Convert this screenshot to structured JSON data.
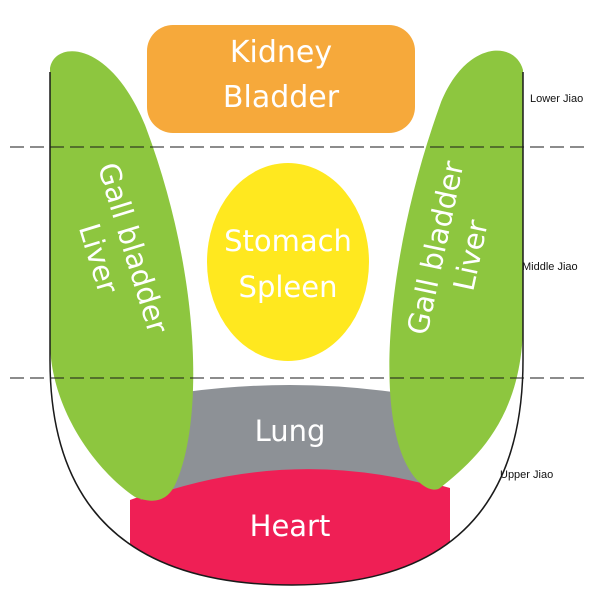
{
  "colors": {
    "orange": "#f6a93b",
    "green": "#8dc63f",
    "yellow": "#ffe81f",
    "gray": "#8d9196",
    "red": "#ef1f55",
    "outline": "#1a1a1a"
  },
  "organs": {
    "kidney_bladder": [
      "Kidney",
      "Bladder"
    ],
    "stomach_spleen": [
      "Stomach",
      "Spleen"
    ],
    "left_side": [
      "Gall bladder",
      "Liver"
    ],
    "right_side": [
      "Gall bladder",
      "Liver"
    ],
    "lung": "Lung",
    "heart": "Heart"
  },
  "zones": {
    "lower": "Lower Jiao",
    "middle": "Middle Jiao",
    "upper": "Upper Jiao"
  }
}
